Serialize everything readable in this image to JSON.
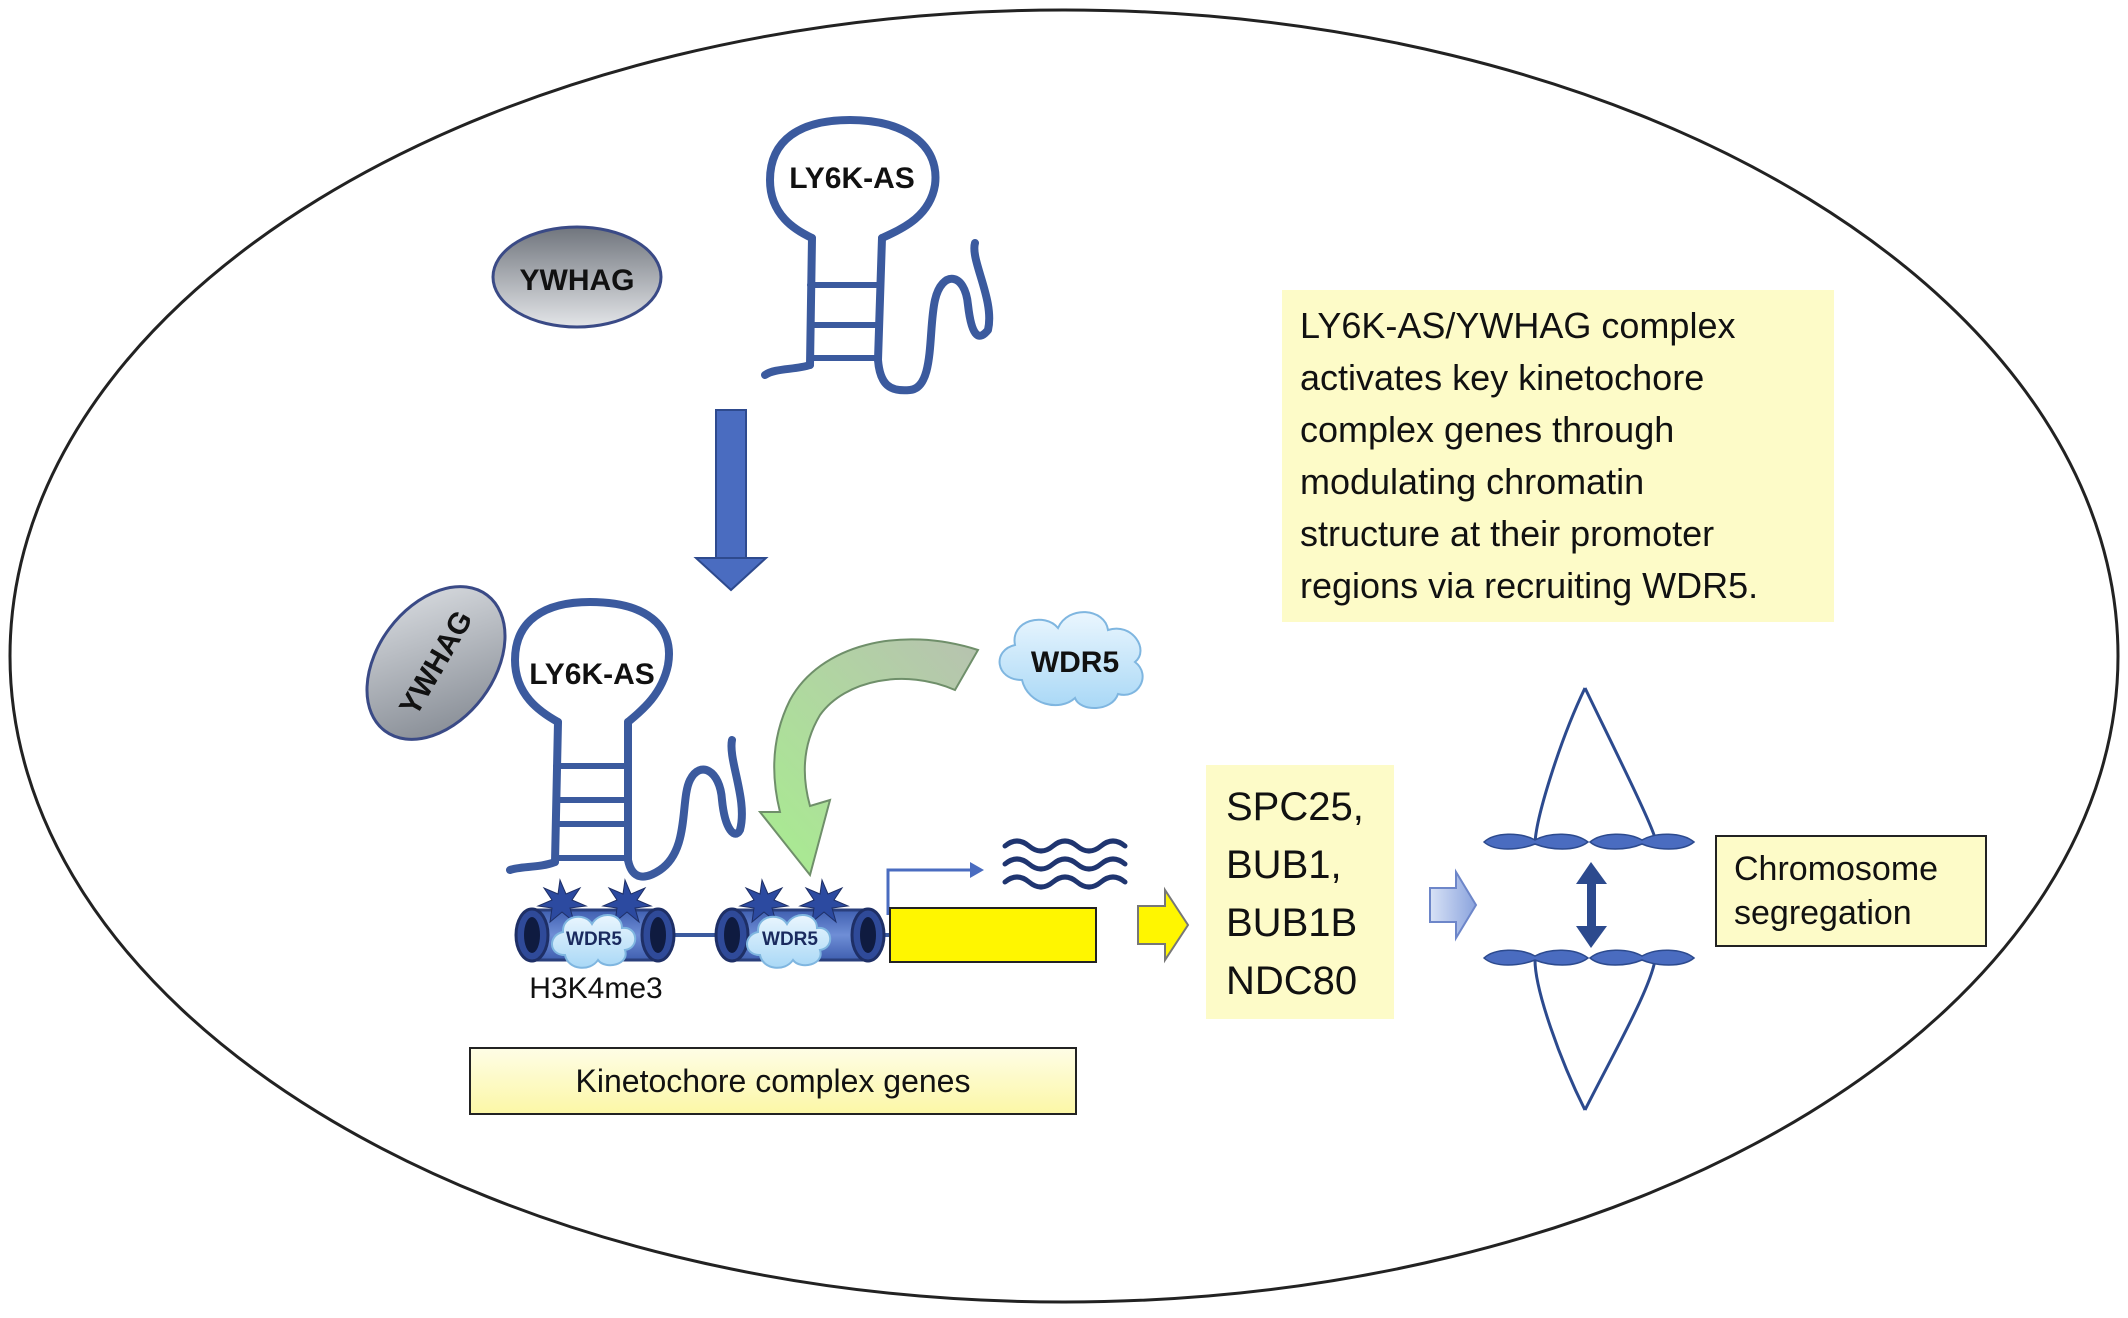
{
  "lncrna_label": "LY6K-AS",
  "protein_label": "YWHAG",
  "wdr5_label": "WDR5",
  "histone_mark": "H3K4me3",
  "kinetochore_box": "Kinetochore complex genes",
  "summary_lines": [
    "LY6K-AS/YWHAG  complex",
    "activates key  kinetochore",
    "complex genes through",
    "modulating chromatin",
    "structure at their  promoter",
    "regions via recruiting WDR5."
  ],
  "target_genes": [
    "SPC25,",
    "BUB1,",
    "BUB1B",
    "NDC80"
  ],
  "outcome_lines": [
    "Chromosome",
    "segregation"
  ],
  "colors": {
    "rna_blue": "#3b5a9e",
    "arrow_blue": "#4a6cc0",
    "note_yellow": "#fdfbc8",
    "gene_yellow": "#fff600",
    "ywhag_grey": "#9aa0a9",
    "wdr5_cloud": "#cfe9fb"
  }
}
